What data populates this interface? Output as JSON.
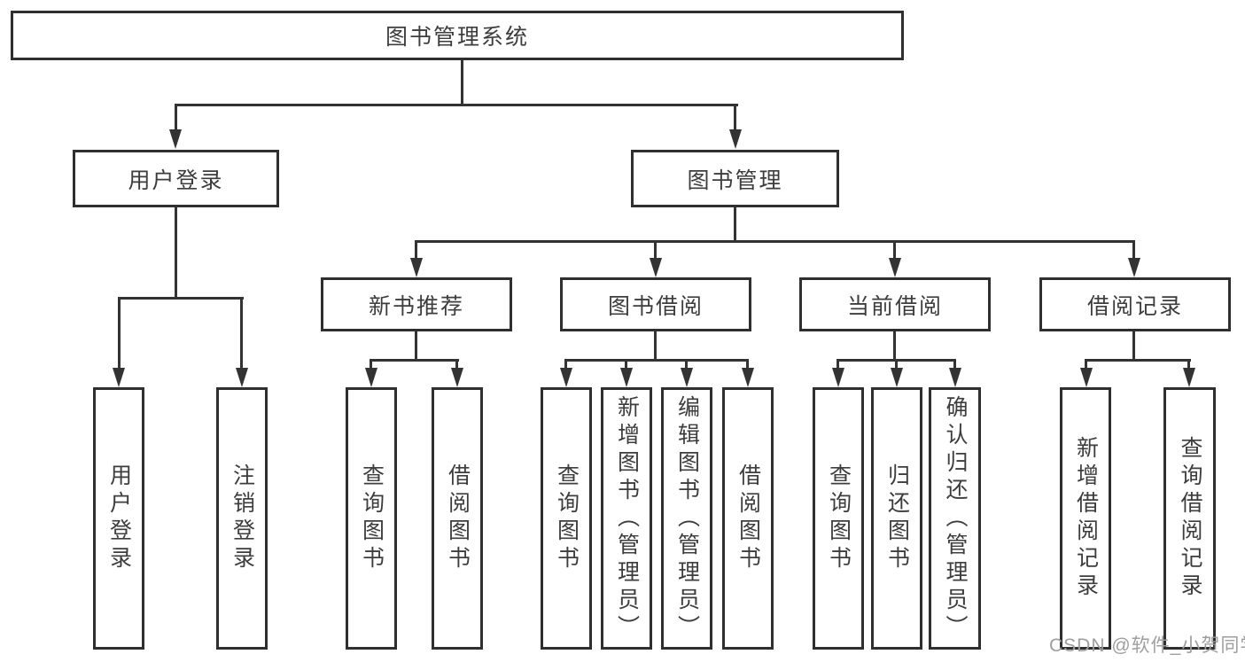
{
  "diagram": {
    "type": "hierarchy-tree",
    "colors": {
      "line": "#333333",
      "border": "#2f2f2f",
      "text": "#3d3d3d",
      "background": "#ffffff",
      "watermark": "#9e9e9e"
    },
    "nodes": {
      "root": {
        "label": "图书管理系统"
      },
      "user_login": {
        "label": "用户登录"
      },
      "book_mgmt": {
        "label": "图书管理"
      },
      "new_book_rec": {
        "label": "新书推荐"
      },
      "book_borrow": {
        "label": "图书借阅"
      },
      "current_borrow": {
        "label": "当前借阅"
      },
      "borrow_record": {
        "label": "借阅记录"
      },
      "leaf_user_login": {
        "label": "用户登录"
      },
      "leaf_logout": {
        "label": "注销登录"
      },
      "leaf_query_book_rec": {
        "label": "查询图书"
      },
      "leaf_borrow_book_rec": {
        "label": "借阅图书"
      },
      "leaf_query_book_borrow": {
        "label": "查询图书"
      },
      "leaf_add_book_admin": {
        "label": "新增图书（管理员）"
      },
      "leaf_edit_book_admin": {
        "label": "编辑图书（管理员）"
      },
      "leaf_borrow_book_borrow": {
        "label": "借阅图书"
      },
      "leaf_query_book_current": {
        "label": "查询图书"
      },
      "leaf_return_book": {
        "label": "归还图书"
      },
      "leaf_confirm_return_admin": {
        "label": "确认归还（管理员）"
      },
      "leaf_add_borrow_record": {
        "label": "新增借阅记录"
      },
      "leaf_query_borrow_record": {
        "label": "查询借阅记录"
      }
    },
    "watermark": "CSDN @软件_小贺同学"
  }
}
